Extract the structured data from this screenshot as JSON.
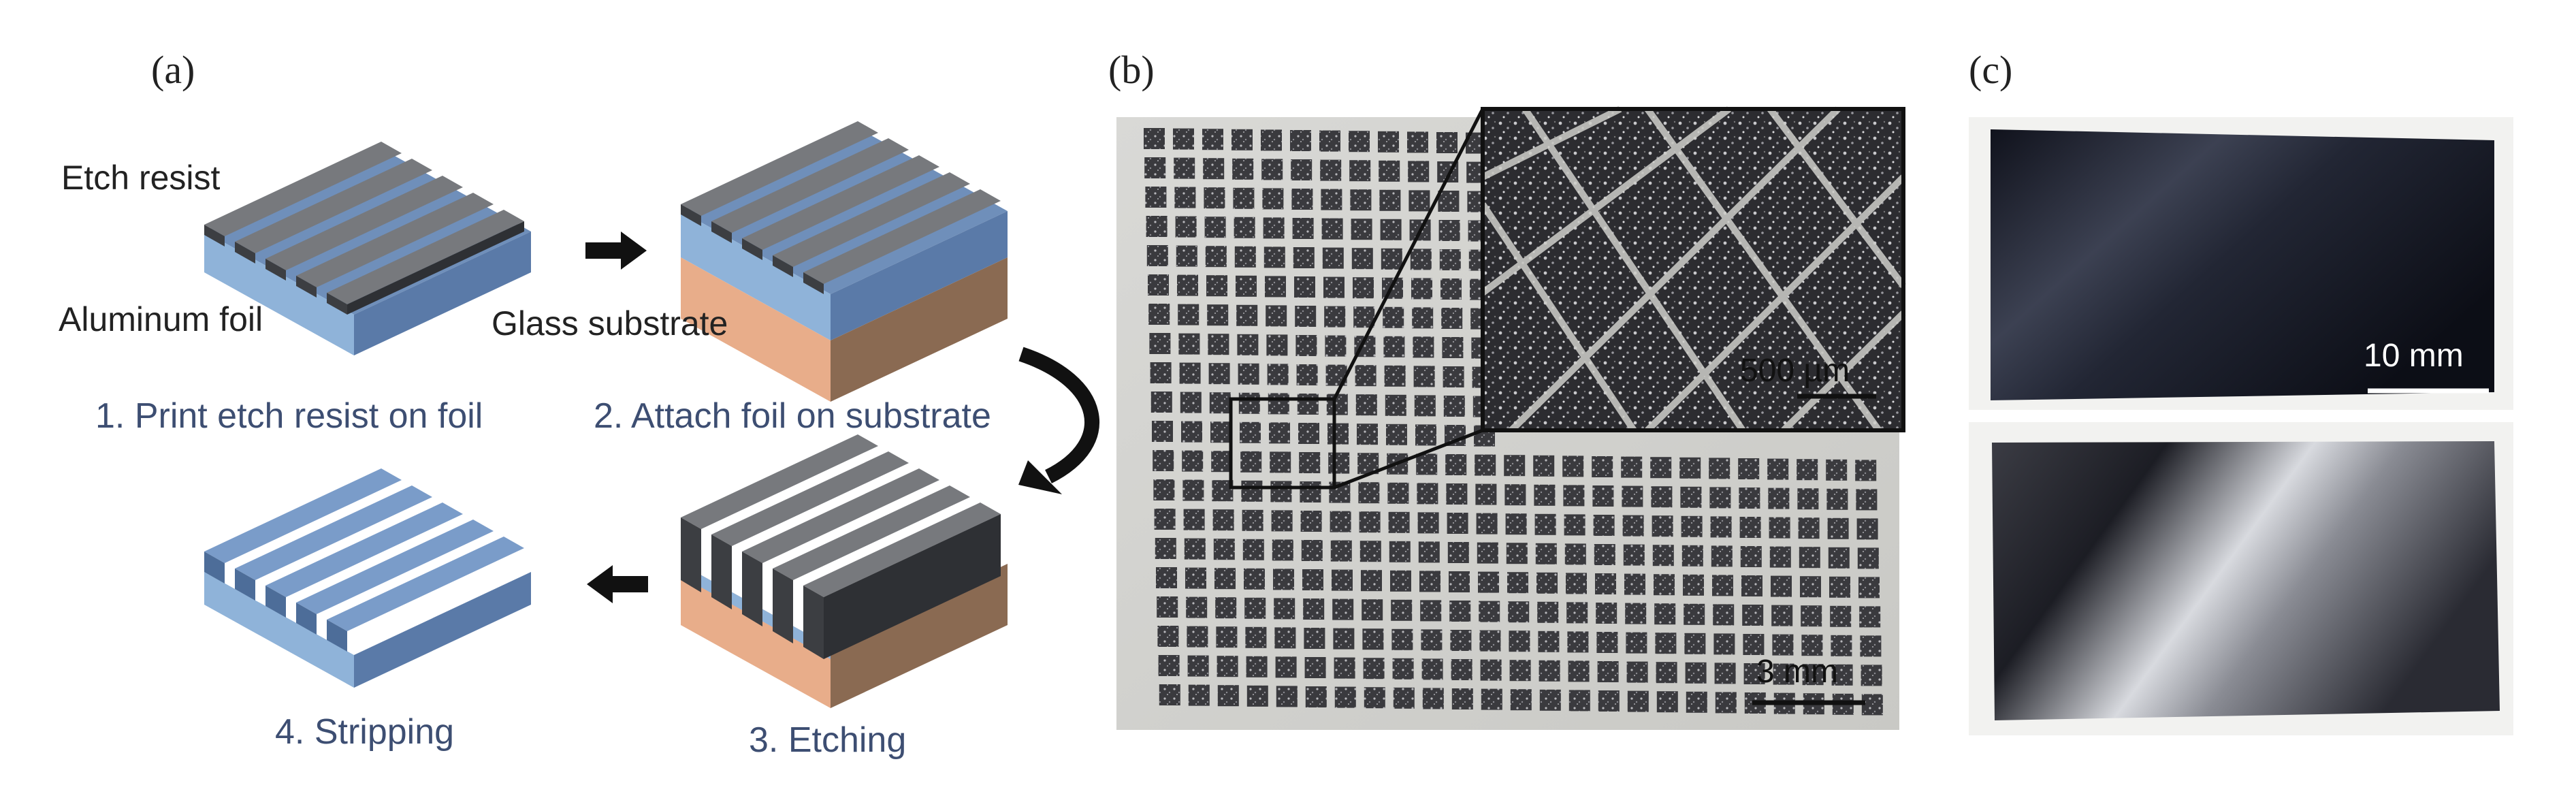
{
  "panels": {
    "a": "(a)",
    "b": "(b)",
    "c": "(c)"
  },
  "labels": {
    "etch_resist": "Etch resist",
    "aluminum_foil": "Aluminum foil",
    "glass_substrate": "Glass substrate"
  },
  "steps": [
    {
      "text": "1. Print etch resist on foil"
    },
    {
      "text": "2. Attach foil on substrate"
    },
    {
      "text": "3. Etching"
    },
    {
      "text": "4. Stripping"
    }
  ],
  "scale_bars": {
    "b_main": "3 mm",
    "b_inset": "500 µm",
    "c_top": "10 mm"
  },
  "colors": {
    "resist_top": "#77797d",
    "resist_side": "#3c3e42",
    "foil_front": "#8fb3d9",
    "foil_top": "#6f8fba",
    "substrate_front": "#e8ad8a",
    "substrate_side": "#8a6a52",
    "arrow": "#111111"
  }
}
